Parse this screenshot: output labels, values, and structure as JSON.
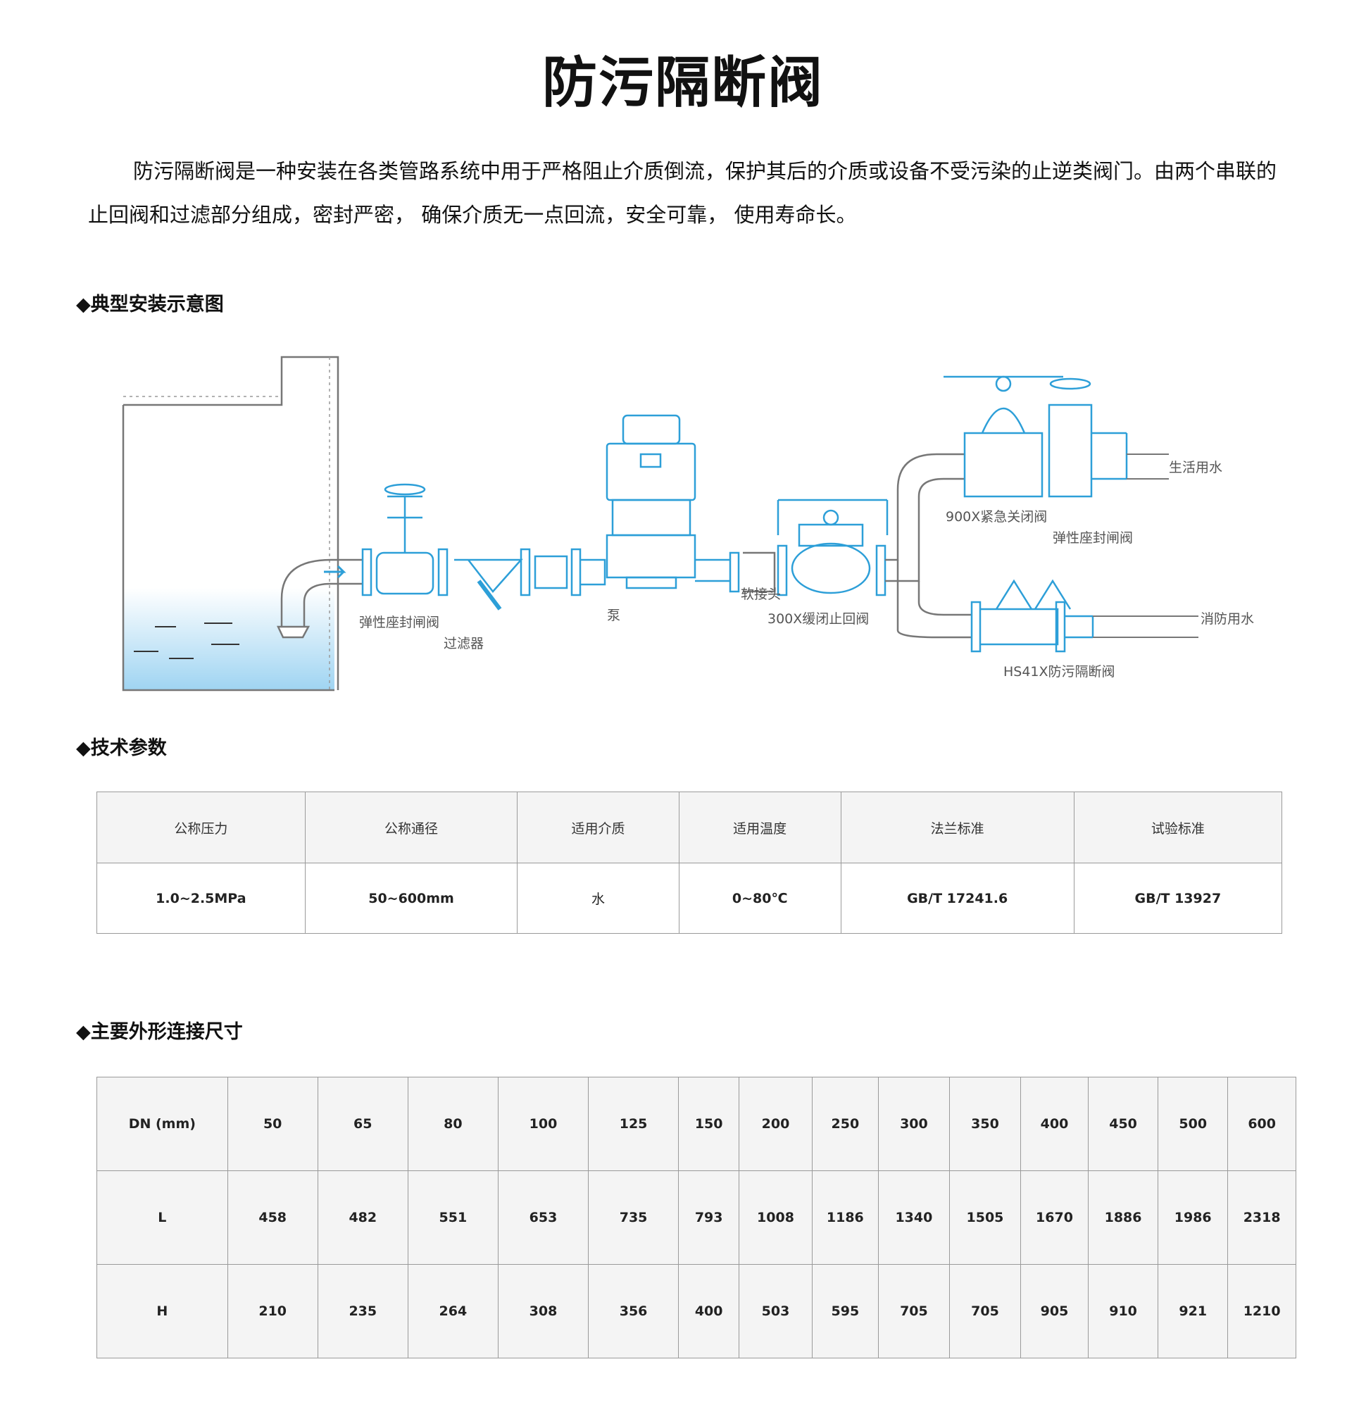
{
  "title": "防污隔断阀",
  "intro": "防污隔断阀是一种安装在各类管路系统中用于严格阻止介质倒流，保护其后的介质或设备不受污染的止逆类阀门。由两个串联的止回阀和过滤部分组成，密封严密， 确保介质无一点回流，安全可靠， 使用寿命长。",
  "sections": {
    "install": "◆典型安装示意图",
    "tech": "◆技术参数",
    "dims": "◆主要外形连接尺寸"
  },
  "diagram_labels": {
    "gate_valve_1": "弹性座封闸阀",
    "filter": "过滤器",
    "pump": "泵",
    "soft_joint": "软接头",
    "check_valve": "300X缓闭止回阀",
    "emergency_valve": "900X紧急关闭阀",
    "gate_valve_2": "弹性座封闸阀",
    "domestic_water": "生活用水",
    "fire_water": "消防用水",
    "backflow_valve": "HS41X防污隔断阀"
  },
  "colors": {
    "valve_blue": "#2d9fd8",
    "water_blue": "#bfe3f8",
    "line_gray": "#777777"
  },
  "tech_params": {
    "headers": [
      "公称压力",
      "公称通径",
      "适用介质",
      "适用温度",
      "法兰标准",
      "试验标准"
    ],
    "values": [
      "1.0~2.5MPa",
      "50~600mm",
      "水",
      "0~80℃",
      "GB/T 17241.6",
      "GB/T 13927"
    ]
  },
  "dimensions": {
    "rows": [
      [
        "DN (mm)",
        "50",
        "65",
        "80",
        "100",
        "125",
        "150",
        "200",
        "250",
        "300",
        "350",
        "400",
        "450",
        "500",
        "600"
      ],
      [
        "L",
        "458",
        "482",
        "551",
        "653",
        "735",
        "793",
        "1008",
        "1186",
        "1340",
        "1505",
        "1670",
        "1886",
        "1986",
        "2318"
      ],
      [
        "H",
        "210",
        "235",
        "264",
        "308",
        "356",
        "400",
        "503",
        "595",
        "705",
        "705",
        "905",
        "910",
        "921",
        "1210"
      ]
    ]
  }
}
